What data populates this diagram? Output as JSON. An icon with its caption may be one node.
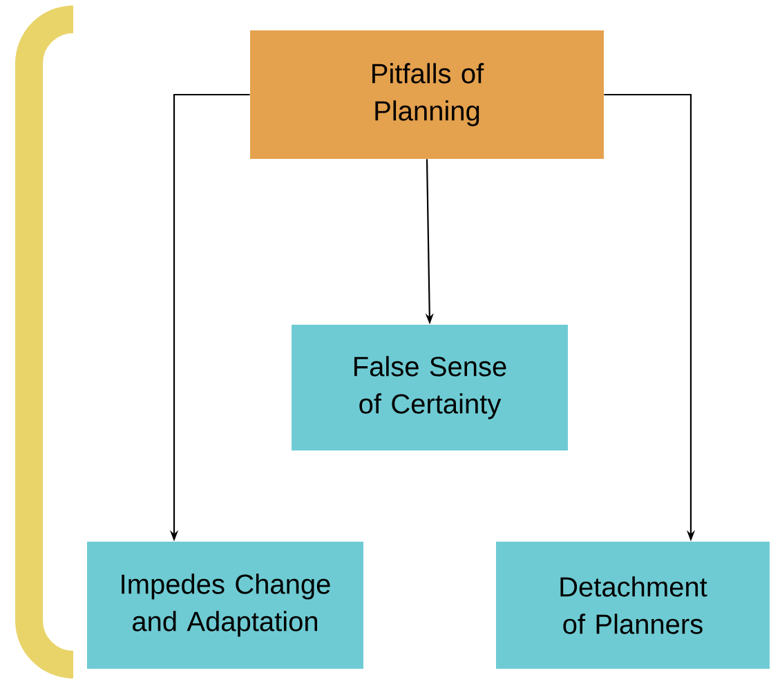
{
  "diagram": {
    "nodes": [
      {
        "text": [
          "Pitfalls of Planning"
        ]
      },
      {
        "text": [
          "False Sense of Certainty"
        ]
      },
      {
        "text": [
          "Impedes Change and Adaptation"
        ]
      },
      {
        "text": [
          "Detachment of Planners"
        ]
      }
    ],
    "edges": [
      {
        "from": 0,
        "to": 1,
        "arrow": "to"
      },
      {
        "from": 0,
        "to": 2,
        "arrow": "to"
      },
      {
        "from": 0,
        "to": 3,
        "arrow": "to"
      }
    ]
  }
}
